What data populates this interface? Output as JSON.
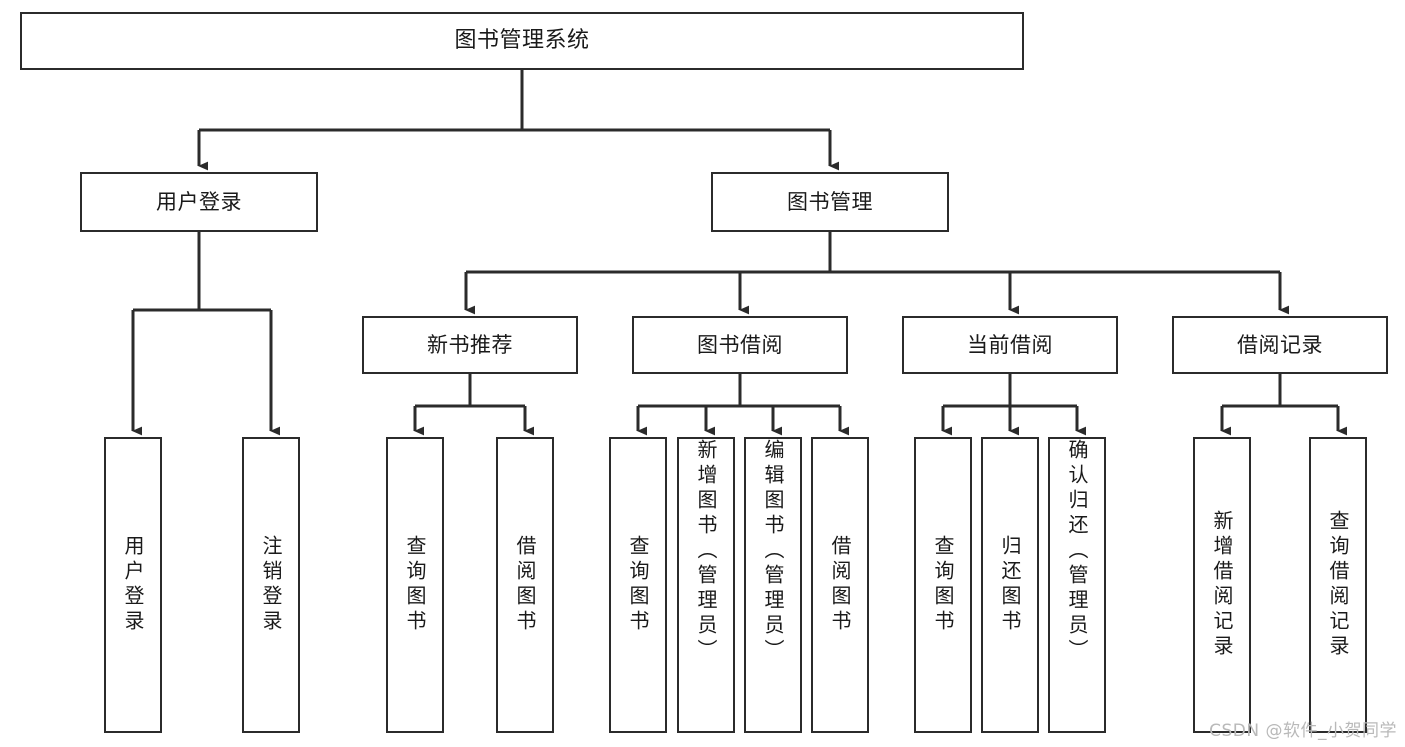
{
  "diagram": {
    "title": "图书管理系统",
    "type": "tree",
    "arrow_color": "#2b2b2b",
    "box_border_color": "#2b2b2b",
    "box_fill_color": "#ffffff",
    "text_color": "#1a1a1a"
  },
  "root": {
    "label": "图书管理系统"
  },
  "level2": [
    {
      "label": "用户登录"
    },
    {
      "label": "图书管理"
    }
  ],
  "level3": [
    {
      "label": "新书推荐"
    },
    {
      "label": "图书借阅"
    },
    {
      "label": "当前借阅"
    },
    {
      "label": "借阅记录"
    }
  ],
  "leaves": {
    "user_login": [
      {
        "label": "用户登录"
      },
      {
        "label": "注销登录"
      }
    ],
    "new_book": [
      {
        "label": "查询图书"
      },
      {
        "label": "借阅图书"
      }
    ],
    "book_borrow": [
      {
        "label": "查询图书"
      },
      {
        "label": "新增图书（管理员）"
      },
      {
        "label": "编辑图书（管理员）"
      },
      {
        "label": "借阅图书"
      }
    ],
    "current_borrow": [
      {
        "label": "查询图书"
      },
      {
        "label": "归还图书"
      },
      {
        "label": "确认归还（管理员）"
      }
    ],
    "borrow_record": [
      {
        "label": "新增借阅记录"
      },
      {
        "label": "查询借阅记录"
      }
    ]
  },
  "watermark": {
    "text": "CSDN @软件_小贺同学"
  }
}
